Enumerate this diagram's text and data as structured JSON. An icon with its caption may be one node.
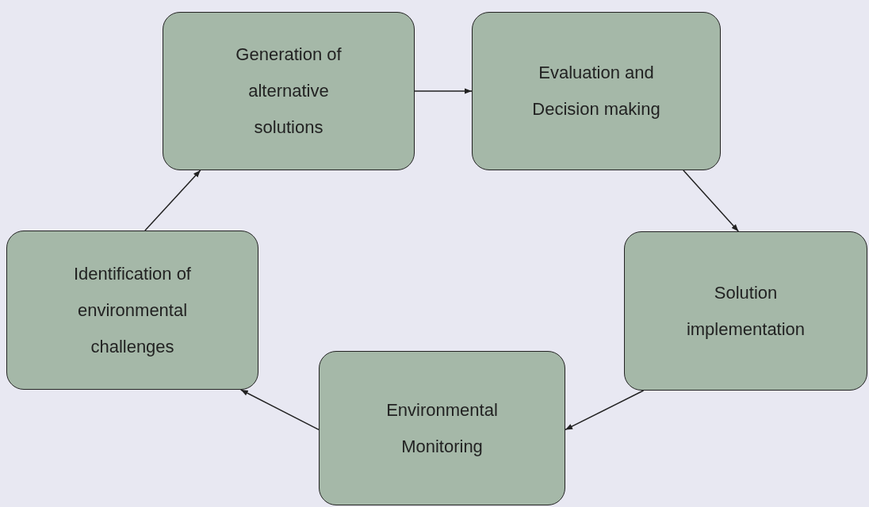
{
  "diagram": {
    "nodes": [
      {
        "text": [
          "Generation of alternative solutions"
        ]
      },
      {
        "text": [
          "Evaluation and Decision making"
        ]
      },
      {
        "text": [
          "Solution implementation"
        ]
      },
      {
        "text": [
          "Environmental Monitoring"
        ]
      },
      {
        "text": [
          "Identification of environmental challenges"
        ]
      }
    ],
    "edges": [
      {
        "from": 0,
        "to": 1,
        "arrow": "to"
      },
      {
        "from": 1,
        "to": 2,
        "arrow": "to"
      },
      {
        "from": 2,
        "to": 3,
        "arrow": "to"
      },
      {
        "from": 3,
        "to": 4,
        "arrow": "to"
      },
      {
        "from": 4,
        "to": 0,
        "arrow": "to"
      }
    ]
  }
}
